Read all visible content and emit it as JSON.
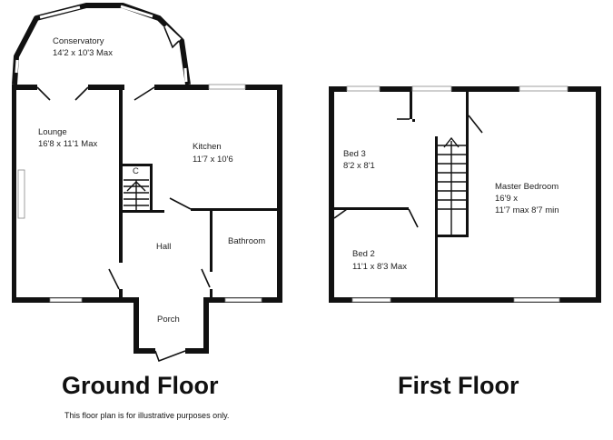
{
  "ground_floor": {
    "title": "Ground Floor",
    "rooms": {
      "conservatory": {
        "name": "Conservatory",
        "size": "14'2 x 10'3 Max"
      },
      "lounge": {
        "name": "Lounge",
        "size": "16'8 x 11'1 Max"
      },
      "kitchen": {
        "name": "Kitchen",
        "size": "11'7 x 10'6"
      },
      "cupboard": {
        "name": "C"
      },
      "hall": {
        "name": "Hall"
      },
      "bathroom": {
        "name": "Bathroom"
      },
      "porch": {
        "name": "Porch"
      }
    }
  },
  "first_floor": {
    "title": "First Floor",
    "rooms": {
      "bed3": {
        "name": "Bed 3",
        "size": "8'2 x 8'1"
      },
      "bed2": {
        "name": "Bed 2",
        "size": "11'1 x 8'3  Max"
      },
      "master": {
        "name": "Master Bedroom",
        "size_line1": "16'9 x",
        "size_line2": "11'7 max 8'7 min"
      }
    }
  },
  "disclaimer": "This floor plan is for illustrative purposes only."
}
